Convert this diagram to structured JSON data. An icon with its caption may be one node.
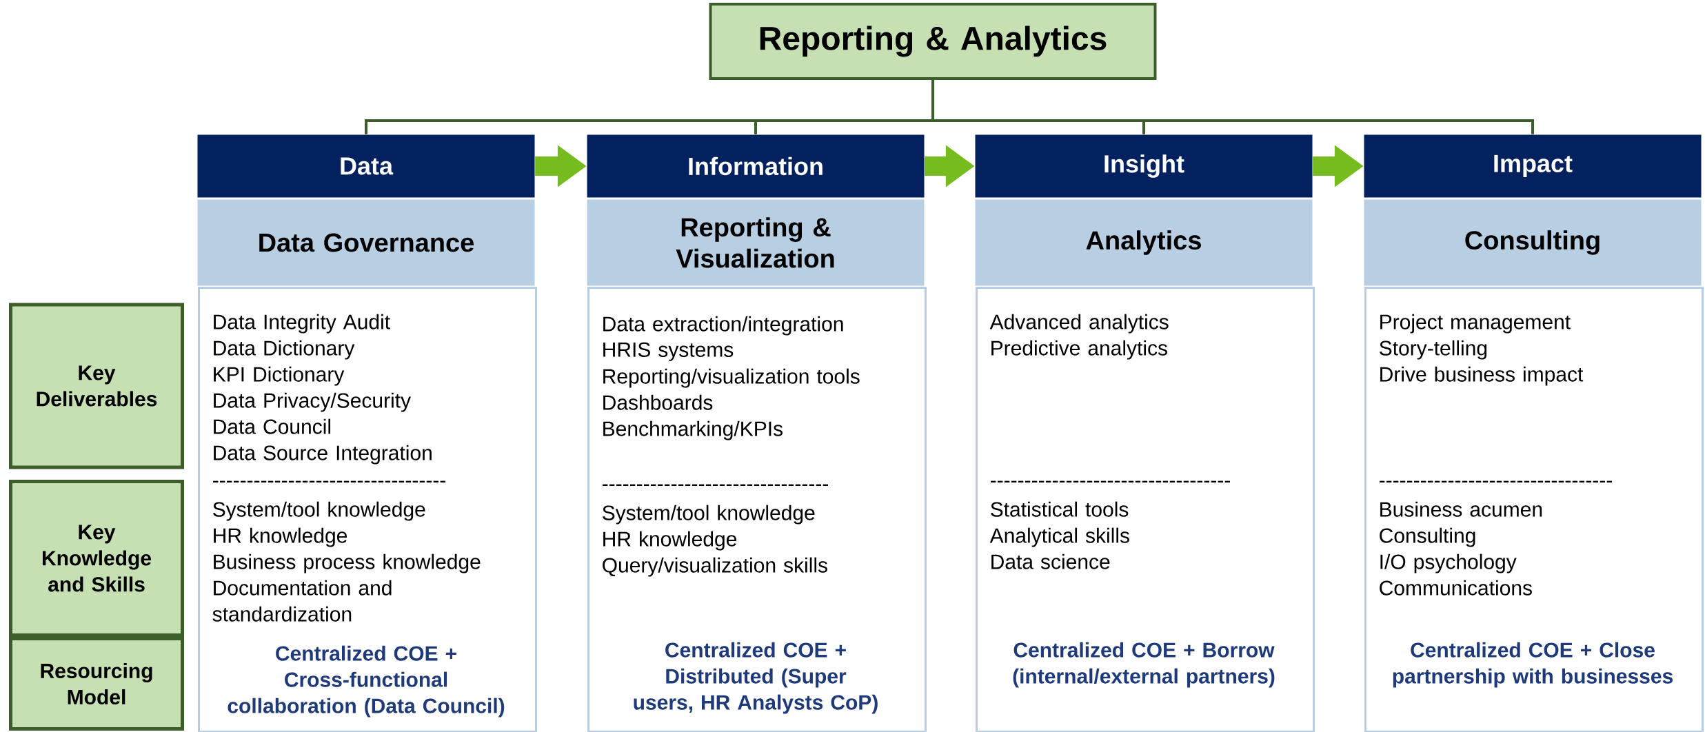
{
  "diagram": {
    "nodes": [
      {
        "text": [
          "Reporting & Analytics"
        ]
      },
      {
        "text": [
          "Data"
        ]
      },
      {
        "text": [
          "Data Governance"
        ]
      },
      {
        "text": [
          "Data Integrity Audit",
          "Data Dictionary",
          "KPI Dictionary",
          "Data Privacy/Security",
          "Data Council",
          "Data Source Integration",
          "----------------------------------",
          "System/tool knowledge",
          "HR knowledge",
          "Business process knowledge",
          "Documentation and standardization",
          "Centralized COE + Cross-functional collaboration (Data Council)"
        ]
      },
      {
        "text": [
          "Information"
        ]
      },
      {
        "text": [
          "Reporting & Visualization"
        ]
      },
      {
        "text": [
          "Data extraction/integration",
          "HRIS systems",
          "Reporting/visualization tools",
          "Dashboards",
          "Benchmarking/KPIs",
          "---------------------------------",
          "System/tool knowledge",
          "HR knowledge",
          "Query/visualization skills",
          "Centralized COE + Distributed (Super users, HR Analysts CoP)"
        ]
      },
      {
        "text": [
          "Insight"
        ]
      },
      {
        "text": [
          "Analytics"
        ]
      },
      {
        "text": [
          "Advanced analytics",
          "Predictive analytics",
          "-----------------------------------",
          "Statistical tools",
          "Analytical skills",
          "Data science",
          "Centralized COE + Borrow (internal/external partners)"
        ]
      },
      {
        "text": [
          "Impact"
        ]
      },
      {
        "text": [
          "Consulting"
        ]
      },
      {
        "text": [
          "Project management",
          "Story-telling",
          "Drive business impact",
          "----------------------------------",
          "Business acumen",
          "Consulting",
          "I/O psychology",
          "Communications",
          "Centralized COE + Close partnership with businesses"
        ]
      },
      {
        "text": [
          "Key Deliverables"
        ]
      },
      {
        "text": [
          "Key Knowledge and Skills"
        ]
      },
      {
        "text": [
          "Resourcing Model"
        ]
      }
    ],
    "edges": [
      {
        "from": 0,
        "to": 1,
        "arrow": "none"
      },
      {
        "from": 0,
        "to": 4,
        "arrow": "none"
      },
      {
        "from": 0,
        "to": 7,
        "arrow": "none"
      },
      {
        "from": 0,
        "to": 10,
        "arrow": "none"
      },
      {
        "from": 1,
        "to": 4,
        "arrow": "to",
        "style": "thick",
        "color": "#77bc1f"
      },
      {
        "from": 4,
        "to": 7,
        "arrow": "to",
        "style": "thick",
        "color": "#77bc1f"
      },
      {
        "from": 7,
        "to": 10,
        "arrow": "to",
        "style": "thick",
        "color": "#77bc1f"
      }
    ]
  }
}
